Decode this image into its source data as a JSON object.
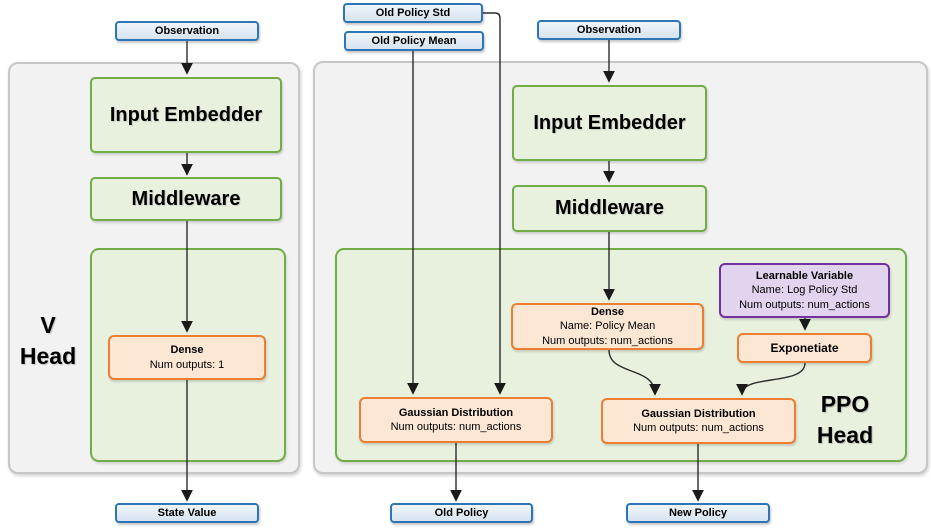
{
  "colors": {
    "blue_border": "#2e75b6",
    "green_border": "#70ad47",
    "orange_border": "#ed7d31",
    "purple_border": "#7030a0",
    "panel_fill": "#f2f2f2",
    "green_fill": "#e8f1de",
    "orange_fill": "#fce6d4",
    "purple_fill": "#e2d4ee",
    "blue_fill": "#d6e3f1"
  },
  "v_head": {
    "label_line1": "V",
    "label_line2": "Head",
    "observation": "Observation",
    "input_embedder": "Input Embedder",
    "middleware": "Middleware",
    "dense": {
      "title": "Dense",
      "outputs": "Num outputs: 1"
    },
    "state_value": "State Value"
  },
  "ppo_head": {
    "label_line1": "PPO",
    "label_line2": "Head",
    "old_policy_std": "Old Policy Std",
    "old_policy_mean": "Old Policy Mean",
    "observation": "Observation",
    "input_embedder": "Input Embedder",
    "middleware": "Middleware",
    "dense_policy_mean": {
      "title": "Dense",
      "name": "Name: Policy Mean",
      "outputs": "Num outputs: num_actions"
    },
    "learnable_variable": {
      "title": "Learnable Variable",
      "name": "Name: Log Policy Std",
      "outputs": "Num outputs: num_actions"
    },
    "exponetiate": "Exponetiate",
    "gaussian_old": {
      "title": "Gaussian Distribution",
      "outputs": "Num outputs: num_actions"
    },
    "gaussian_new": {
      "title": "Gaussian Distribution",
      "outputs": "Num outputs: num_actions"
    },
    "old_policy": "Old Policy",
    "new_policy": "New Policy"
  }
}
